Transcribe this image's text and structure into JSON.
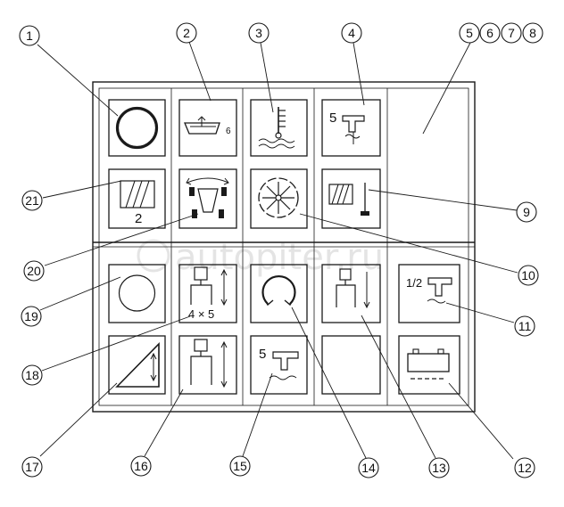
{
  "callouts": [
    "1",
    "2",
    "3",
    "4",
    "5",
    "6",
    "7",
    "8",
    "9",
    "10",
    "11",
    "12",
    "13",
    "14",
    "15",
    "16",
    "17",
    "18",
    "19",
    "20",
    "21"
  ],
  "tile_labels": {
    "oil_digit": "6",
    "fuel_filter_number": "5",
    "pto_shaft_number": "2",
    "pto_speed_fraction": "1/2",
    "hitch_multiplier": "4 × 5",
    "pto_speed_number": "5"
  },
  "watermark": "autopiter.ru",
  "colors": {
    "line": "#1a1a1a",
    "watermark": "#cfcfcf",
    "background": "#ffffff"
  }
}
